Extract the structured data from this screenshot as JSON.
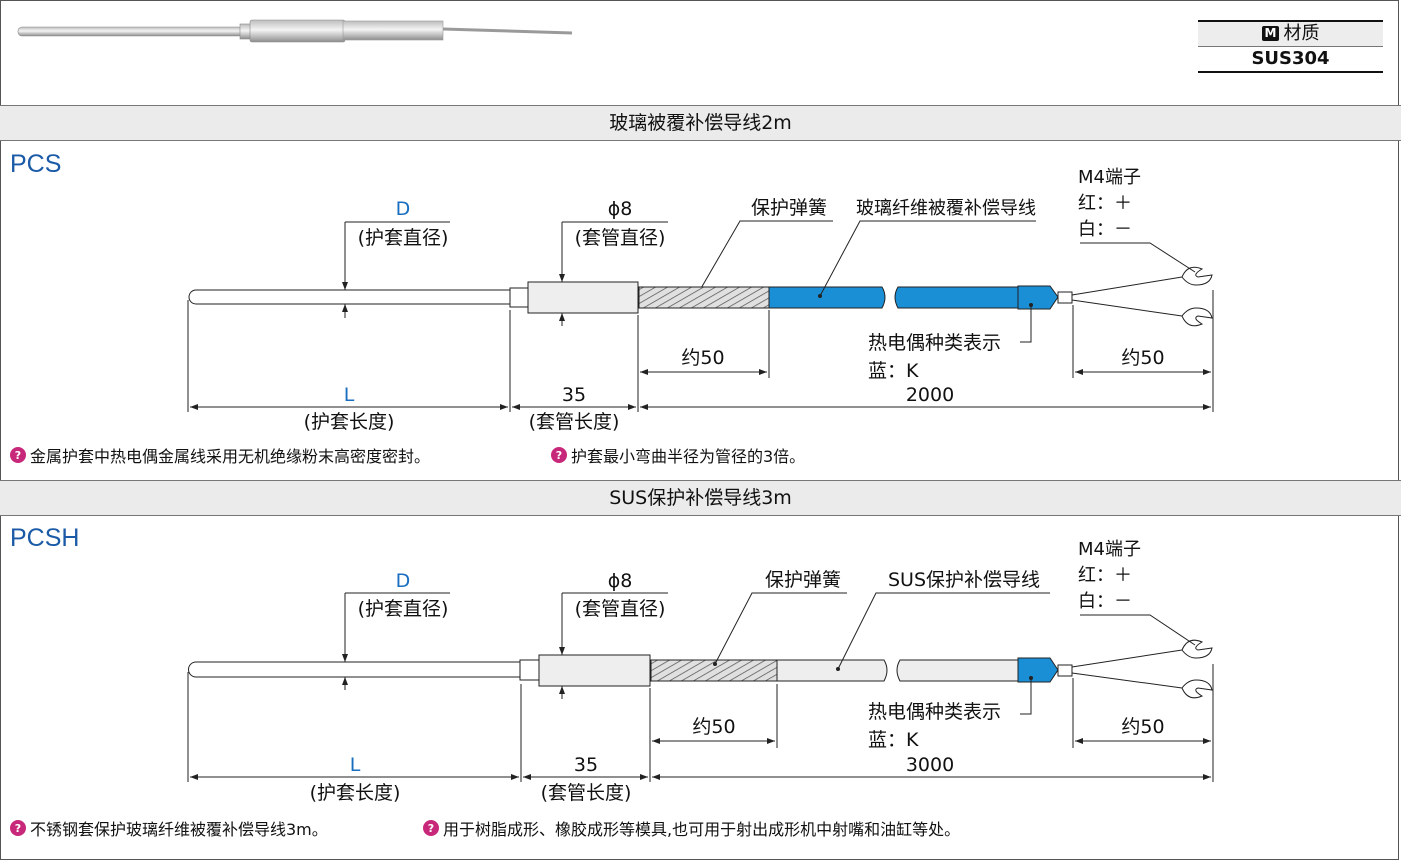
{
  "material": {
    "badge": "M",
    "header": "材质",
    "value": "SUS304"
  },
  "sections": [
    {
      "band_title": "玻璃被覆补偿导线2m",
      "model": "PCS",
      "labels": {
        "d_letter": "D",
        "d_text": "(护套直径)",
        "phi": "ϕ8",
        "phi_text": "(套管直径)",
        "spring": "保护弹簧",
        "cable": "玻璃纤维被覆补偿导线",
        "terminal": "M4端子",
        "red": "红：＋",
        "white": "白：－",
        "type_text": "热电偶种类表示",
        "type_value": "蓝：K",
        "about50_a": "约50",
        "about50_b": "约50",
        "l_letter": "L",
        "l_text": "(护套长度)",
        "d35": "35",
        "d35_text": "(套管长度)",
        "length": "2000"
      },
      "notes": [
        "金属护套中热电偶金属线采用无机绝缘粉末高密度密封。",
        "护套最小弯曲半径为管径的3倍。"
      ]
    },
    {
      "band_title": "SUS保护补偿导线3m",
      "model": "PCSH",
      "labels": {
        "d_letter": "D",
        "d_text": "(护套直径)",
        "phi": "ϕ8",
        "phi_text": "(套管直径)",
        "spring": "保护弹簧",
        "cable": "SUS保护补偿导线",
        "terminal": "M4端子",
        "red": "红：＋",
        "white": "白：－",
        "type_text": "热电偶种类表示",
        "type_value": "蓝：K",
        "about50_a": "约50",
        "about50_b": "约50",
        "l_letter": "L",
        "l_text": "(护套长度)",
        "d35": "35",
        "d35_text": "(套管长度)",
        "length": "3000"
      },
      "notes": [
        "不锈钢套保护玻璃纤维被覆补偿导线3m。",
        "用于树脂成形、橡胶成形等模具,也可用于射出成形机中射嘴和油缸等处。"
      ]
    }
  ],
  "colors": {
    "cable_blue": "#1a8fd6",
    "band": "#ebebeb",
    "note_icon": "#c8287a"
  }
}
